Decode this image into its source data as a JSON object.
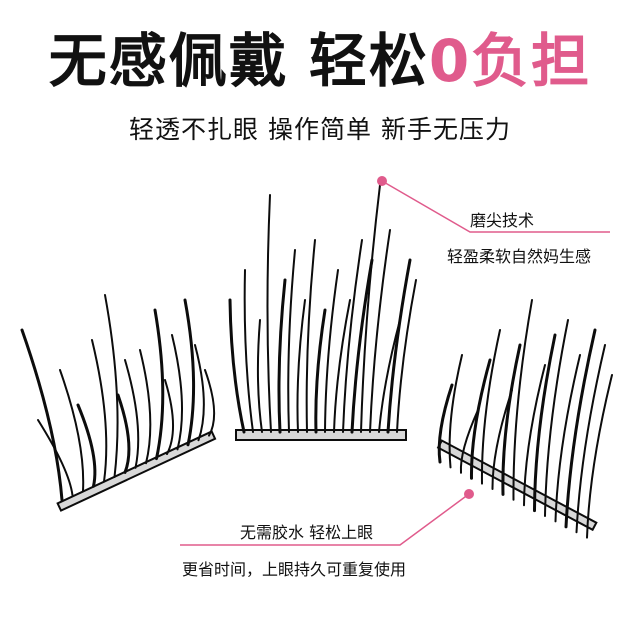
{
  "headline": {
    "part1": "无感佩戴",
    "part2": "轻松",
    "accent": "0负担"
  },
  "subtitle": "轻透不扎眼 操作简单 新手无压力",
  "callout_top": {
    "line1": "磨尖技术",
    "line2": "轻盈柔软自然妈生感"
  },
  "callout_bottom": {
    "line1": "无需胶水   轻松上眼",
    "line2": "更省时间，上眼持久可重复使用"
  },
  "colors": {
    "accent": "#e05b8c",
    "text": "#111111",
    "lash": "#0c0c0c",
    "band": "#d8d8d8"
  }
}
